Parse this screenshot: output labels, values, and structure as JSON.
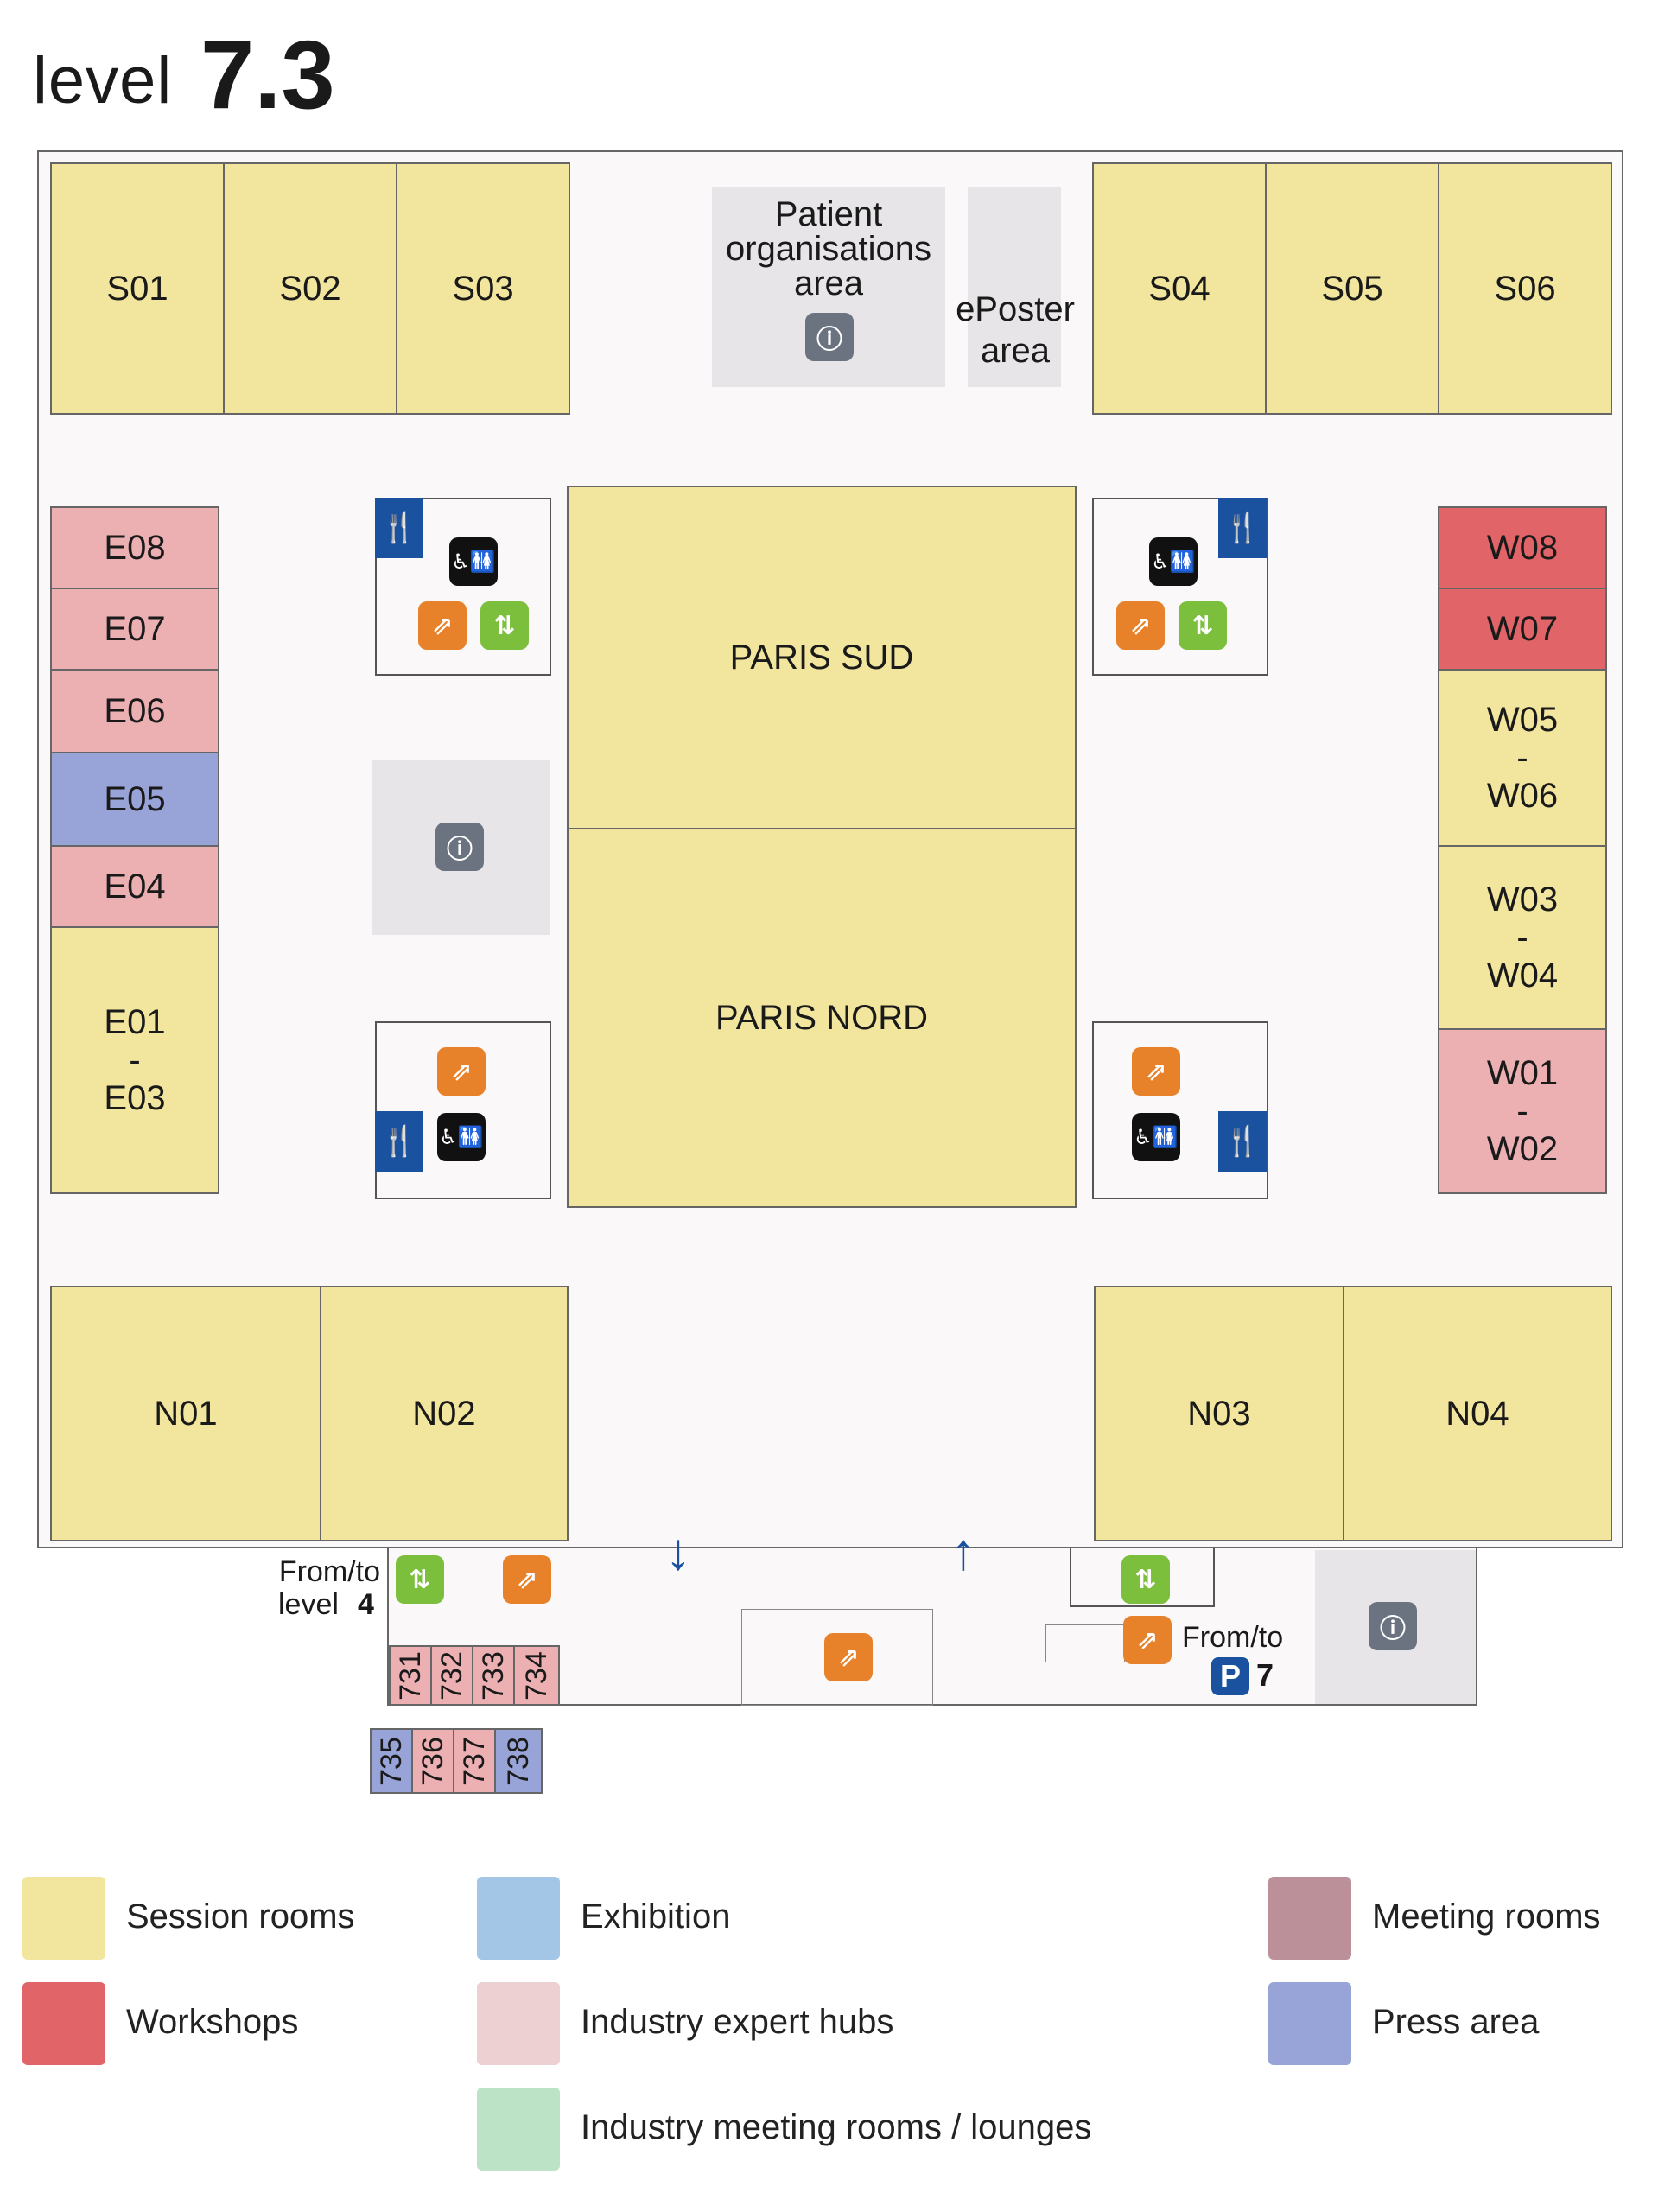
{
  "title": {
    "prefix": "level",
    "number": "7.3"
  },
  "rooms": {
    "S01": "S01",
    "S02": "S02",
    "S03": "S03",
    "S04": "S04",
    "S05": "S05",
    "S06": "S06",
    "E08": "E08",
    "E07": "E07",
    "E06": "E06",
    "E05": "E05",
    "E04": "E04",
    "E01_E03": "E01\n-\nE03",
    "W08": "W08",
    "W07": "W07",
    "W05_W06": "W05\n-\nW06",
    "W03_W04": "W03\n-\nW04",
    "W01_W02": "W01\n-\nW02",
    "N01": "N01",
    "N02": "N02",
    "N03": "N03",
    "N04": "N04",
    "paris_sud": "PARIS SUD",
    "paris_nord": "PARIS NORD",
    "patient_area": "Patient\norganisations\narea",
    "eposter_area": "ePoster\narea",
    "r731": "731",
    "r732": "732",
    "r733": "733",
    "r734": "734",
    "r735": "735",
    "r736": "736",
    "r737": "737",
    "r738": "738"
  },
  "labels": {
    "from_to_level": "From/to",
    "level_word": "level",
    "level_num": "4",
    "from_to_parking": "From/to",
    "parking_letter": "P",
    "parking_num": "7"
  },
  "icons": {
    "escalator": "escalator-icon",
    "lift": "lift-icon",
    "toilets": "toilets-icon",
    "food": "food-icon",
    "info": "info-desk-icon",
    "arrow_down": "arrow-down-icon",
    "arrow_up": "arrow-up-icon"
  },
  "legend": [
    {
      "label": "Session rooms",
      "color": "#f2e59d"
    },
    {
      "label": "Workshops",
      "color": "#e06468"
    },
    {
      "label": "Exhibition",
      "color": "#a3c5e6"
    },
    {
      "label": "Industry expert hubs",
      "color": "#ecd0d2"
    },
    {
      "label": "Industry meeting rooms / lounges",
      "color": "#bde3c7"
    },
    {
      "label": "Meeting rooms",
      "color": "#bb9098"
    },
    {
      "label": "Press area",
      "color": "#98a4d8"
    }
  ]
}
